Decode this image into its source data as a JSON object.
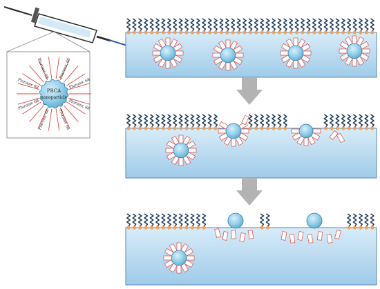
{
  "inset": {
    "core_label_line1": "PBCA",
    "core_label_line2": "nanoparticle",
    "surfactant_label": "Pluronic 68"
  },
  "colors": {
    "water_top": "#d8ecf8",
    "water_bottom": "#9fcbe9",
    "water_border": "#5a86b3",
    "lipid_head": "#f0a35e",
    "lipid_tail": "#1d3a5c",
    "nanoparticle": "#8fcbe6",
    "surfactant_line": "#e0443e",
    "arrow": "#b3b3b3",
    "syringe": "#2c2c2c",
    "needle": "#2e5fb0"
  },
  "icons": [
    "syringe-icon",
    "down-arrow-icon"
  ]
}
